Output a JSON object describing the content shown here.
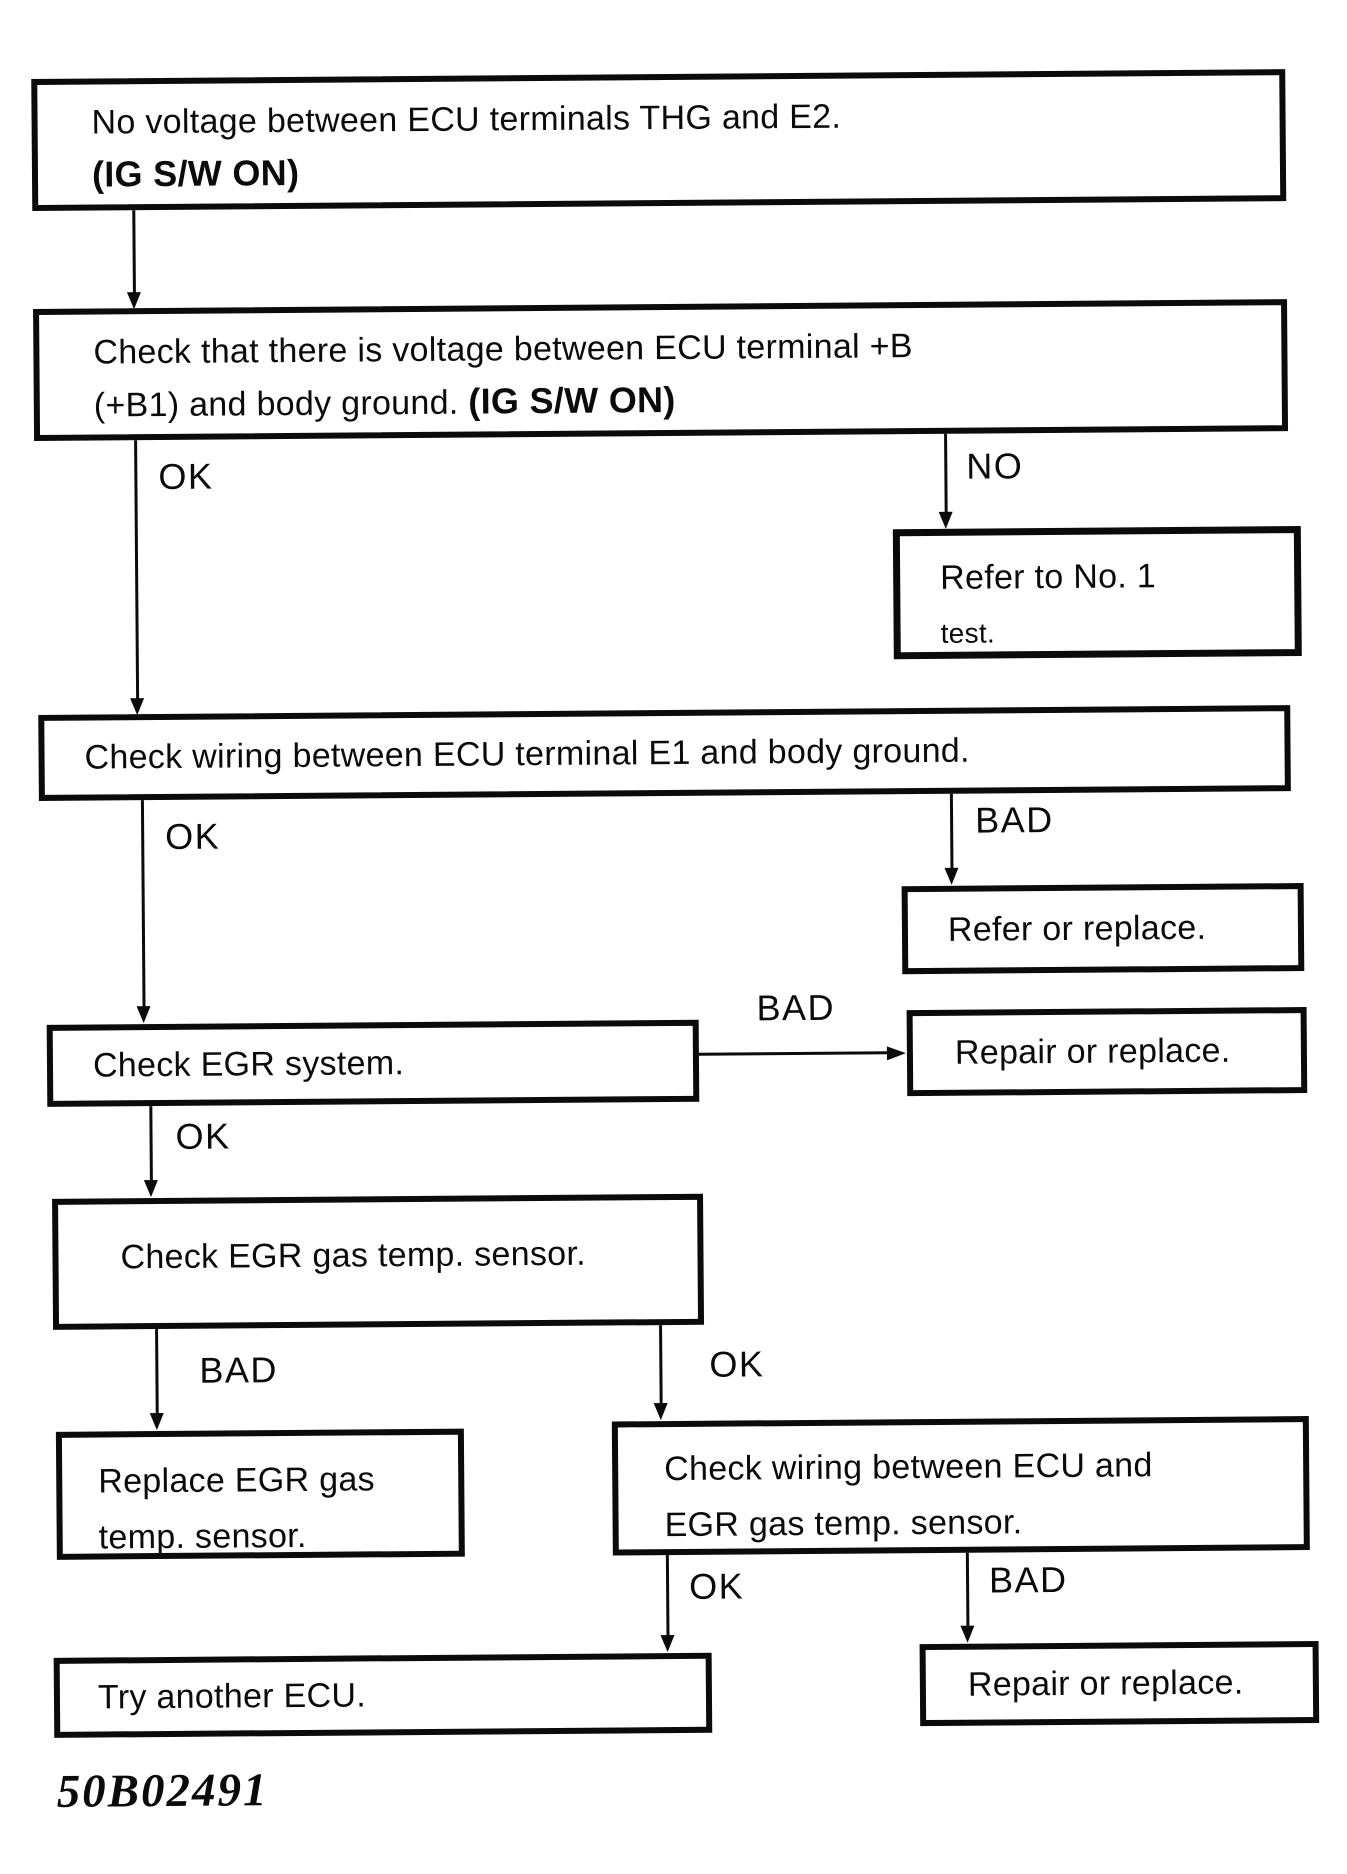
{
  "page": {
    "type": "service-manual troubleshooting flowchart",
    "figure_code": "50B02491",
    "colors": {
      "ink": "#0b0b0b",
      "paper": "#ffffff"
    }
  },
  "flowchart": {
    "nodes": {
      "start": {
        "line1": "No voltage between ECU terminals THG and E2.",
        "line2_bold": "(IG S/W ON)"
      },
      "check_voltage": {
        "line1": "Check that there is voltage between ECU terminal +B",
        "line2": "(+B1) and body ground. ",
        "line2_bold": "(IG S/W ON)"
      },
      "refer_no1_test": {
        "line1": "Refer to No. 1",
        "line2": "test."
      },
      "check_wiring_e1": {
        "text": "Check wiring between ECU terminal E1 and body ground."
      },
      "refer_or_replace": {
        "text": "Refer or replace."
      },
      "check_egr_system": {
        "text": "Check EGR system."
      },
      "repair_or_replace_mid": {
        "text": "Repair or replace."
      },
      "check_egr_sensor": {
        "text": "Check EGR gas temp. sensor."
      },
      "replace_egr_sensor": {
        "line1": "Replace EGR gas",
        "line2": "temp. sensor."
      },
      "check_wiring_ecu_sensor": {
        "line1": "Check wiring between ECU and",
        "line2": "EGR gas temp. sensor."
      },
      "try_another_ecu": {
        "text": "Try another ECU."
      },
      "repair_or_replace_bottom": {
        "text": "Repair or replace."
      }
    },
    "labels": {
      "check_voltage_ok": "OK",
      "check_voltage_no": "NO",
      "wiring_e1_ok": "OK",
      "wiring_e1_bad": "BAD",
      "egr_system_bad": "BAD",
      "egr_system_ok": "OK",
      "egr_sensor_bad": "BAD",
      "egr_sensor_ok": "OK",
      "wiring_sensor_ok": "OK",
      "wiring_sensor_bad": "BAD"
    }
  }
}
